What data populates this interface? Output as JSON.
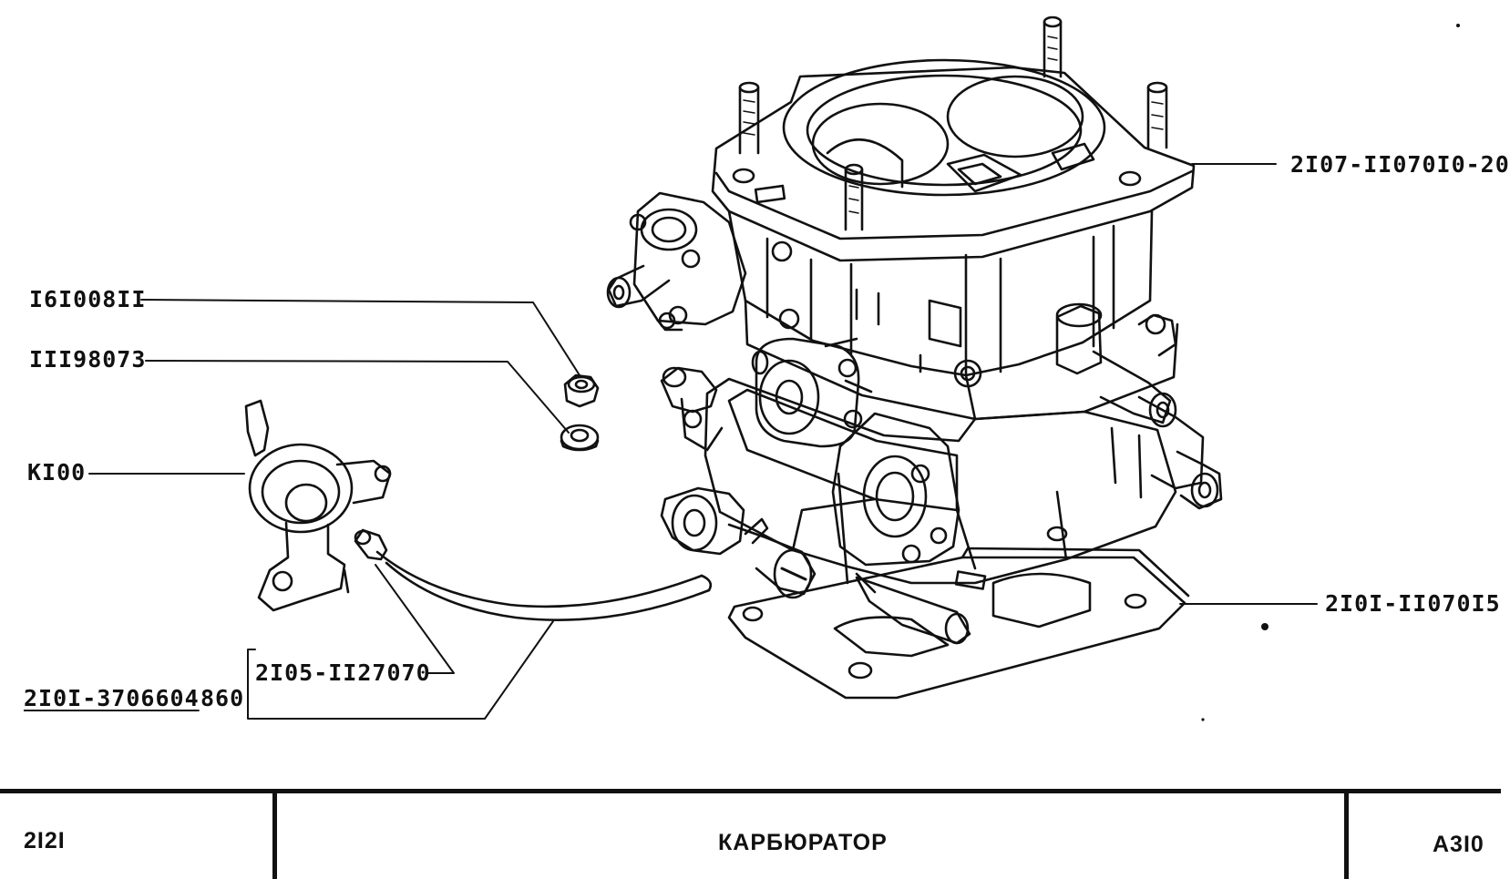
{
  "labels": {
    "top_right_part": "2I07-II070I0-20",
    "nut": "I6I008II",
    "washer": "III98073",
    "fitting": "KI00",
    "gasket": "2I0I-II070I5",
    "hose": "2I05-II27070",
    "assembly_number": "2I0I-3706604",
    "assembly_qty": "860"
  },
  "title_block": {
    "model": "2I2I",
    "title": "КАРБЮРАТОР",
    "sheet": "A3I0"
  }
}
